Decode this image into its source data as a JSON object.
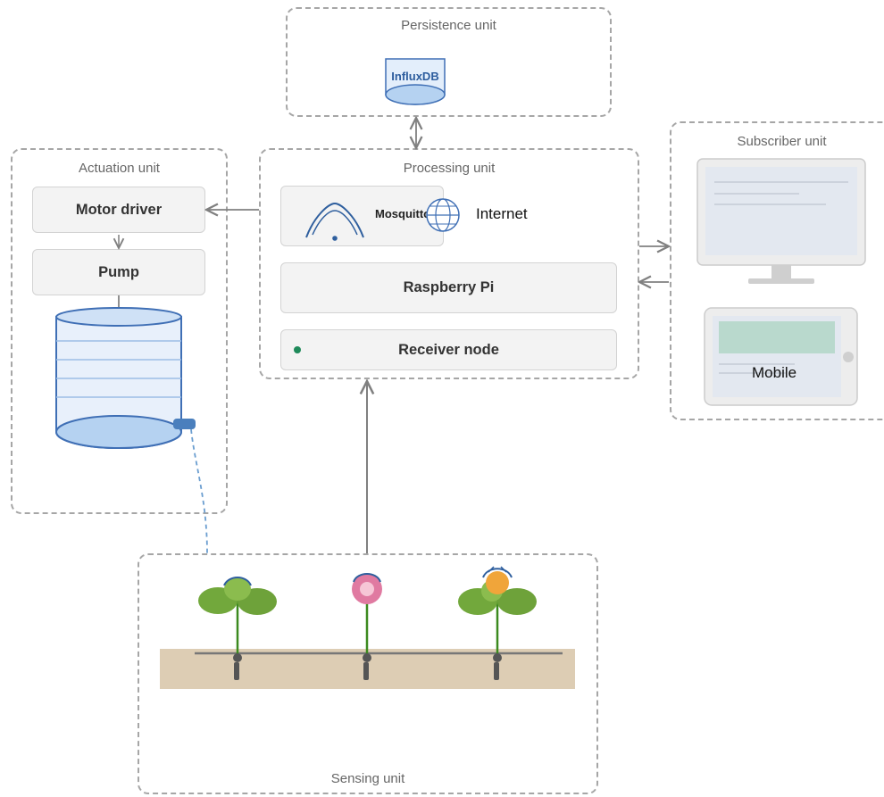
{
  "units": {
    "persistence": {
      "title": "Persistence unit",
      "db_label": "InfluxDB"
    },
    "processing": {
      "title": "Processing unit",
      "broker_label": "Mosquitto",
      "internet_label": "Internet",
      "raspberry_label": "Raspberry Pi",
      "receiver_label": "Receiver node"
    },
    "actuation": {
      "title": "Actuation unit",
      "motor_driver_label": "Motor driver",
      "pump_label": "Pump"
    },
    "subscriber": {
      "title": "Subscriber unit",
      "mobile_label": "Mobile"
    },
    "sensing": {
      "title": "Sensing unit"
    }
  },
  "colors": {
    "dashed_border": "#a6a6a6",
    "block_fill": "#f3f3f3",
    "tank_blue": "#3f6fb5",
    "tank_fill": "#e8f0fb",
    "leaf_green": "#72a83c",
    "stem_green": "#3c8a1f",
    "soil": "#ddcdb4",
    "flower_pink": "#e07aa1",
    "flower_orange": "#f0a53a",
    "status_green": "#1f8a5a"
  }
}
